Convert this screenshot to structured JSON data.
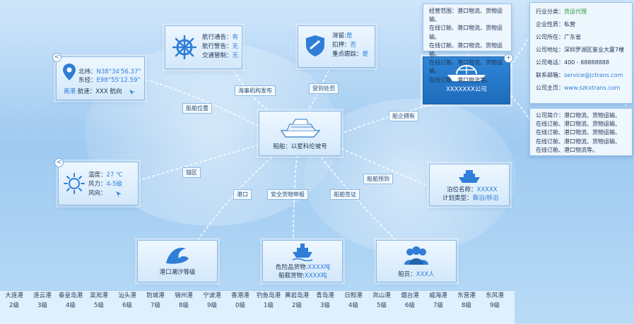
{
  "center": {
    "title": "船舶：以星科伦坡号",
    "icon": "cruise-ship-icon"
  },
  "location": {
    "lat_label": "北纬：",
    "lat": "N38°34'56.37\"",
    "lon_label": "东经：",
    "lon": "E98°55'12.59\"",
    "dir": "离港",
    "speed_label": "航速：",
    "speed": "XXX",
    "speed_unit": "航向",
    "icon": "location-pin-icon"
  },
  "weather": {
    "temp_label": "温度：",
    "temp": "27 ℃",
    "wind_label": "风力：",
    "wind": "4-5级",
    "dirn_label": "风向：",
    "icon": "sun-icon"
  },
  "navigation": {
    "notice_label": "航行通告：",
    "notice": "有",
    "warning_label": "航行警告：",
    "warning": "无",
    "traffic_label": "交通管制：",
    "traffic": "无",
    "icon": "ship-wheel-icon"
  },
  "penalty": {
    "detain_label": "滞留:",
    "detain": "是",
    "seize_label": "扣押：",
    "seize": "否",
    "track_label": "重点跟踪：",
    "track": "是",
    "icon": "shield-icon"
  },
  "company": {
    "name": "XXXXXXX公司",
    "icon": "globe-ship-icon"
  },
  "business_scope": [
    "经营范围：港口物流、货物运输、",
    "在线订舱、港口物流、货物运输、",
    "在线订舱、港口物流、货物运输、",
    "在线订舱、港口物流、货物运输、",
    "在线订舱、港口物流等。"
  ],
  "company_info": {
    "industry_label": "行业分类：",
    "industry": "货运代理",
    "nature": "企业性质：私营",
    "location": "公司所在：广东省",
    "address": "公司地址：深圳罗湖区鉴业大厦7楼",
    "phone": "公司电话：400 - 88888888",
    "email_label": "联系邮箱：",
    "email": "service@jctrans.com",
    "web_label": "公司主页：",
    "web": "www.szkxtrans.com"
  },
  "company_intro": [
    "公司简介：港口物流、货物运输、",
    "在线订舱、港口物流、货物运输、",
    "在线订舱、港口物流、货物运输、",
    "在线订舱、港口物流、货物运输、",
    "在线订舱、港口物流等。"
  ],
  "berth": {
    "name_label": "泊位名称：",
    "name": "XXXXX",
    "plan_label": "计划类型：",
    "plan": "靠泊/移泊",
    "icon": "cargo-ship-icon"
  },
  "tide": {
    "label": "港口潮汐等级",
    "icon": "wave-icon"
  },
  "cargo": {
    "danger_label": "危险品货物:",
    "danger": "XXXX吨",
    "onboard_label": "船载货物:",
    "onboard": "XXXX吨",
    "icon": "boat-cargo-icon"
  },
  "crew": {
    "label": "船员：",
    "count": "XXX人",
    "icon": "crew-icon"
  },
  "links": {
    "ship_location": "船舶位置",
    "maritime": "海事机构发布",
    "penalty": "受到处罚",
    "owner": "船企拥有",
    "anchorage": "锚区",
    "forecast": "船舶预到",
    "port": "港口",
    "cargo_declare": "安全货物申报",
    "visa": "船舶签证"
  },
  "ports": [
    {
      "name": "大连港",
      "level": "2级"
    },
    {
      "name": "连云港",
      "level": "3级"
    },
    {
      "name": "秦皇岛港",
      "level": "4级"
    },
    {
      "name": "吴淞港",
      "level": "5级"
    },
    {
      "name": "汕头港",
      "level": "6级"
    },
    {
      "name": "防城港",
      "level": "7级"
    },
    {
      "name": "锦州港",
      "level": "8级"
    },
    {
      "name": "宁波港",
      "level": "9级"
    },
    {
      "name": "香港港",
      "level": "0级"
    },
    {
      "name": "钓鱼岛港",
      "level": "1级"
    },
    {
      "name": "黄岩岛港",
      "level": "2级"
    },
    {
      "name": "青岛港",
      "level": "3级"
    },
    {
      "name": "日照港",
      "level": "4级"
    },
    {
      "name": "岚山港",
      "level": "5级"
    },
    {
      "name": "烟台港",
      "level": "6级"
    },
    {
      "name": "威海港",
      "level": "7级"
    },
    {
      "name": "东营港",
      "level": "8级"
    },
    {
      "name": "东风港",
      "level": "9级"
    }
  ],
  "colors": {
    "accent": "#2f7ed8",
    "company_bg": "#1e6bbb",
    "green": "#2e9d3a"
  }
}
